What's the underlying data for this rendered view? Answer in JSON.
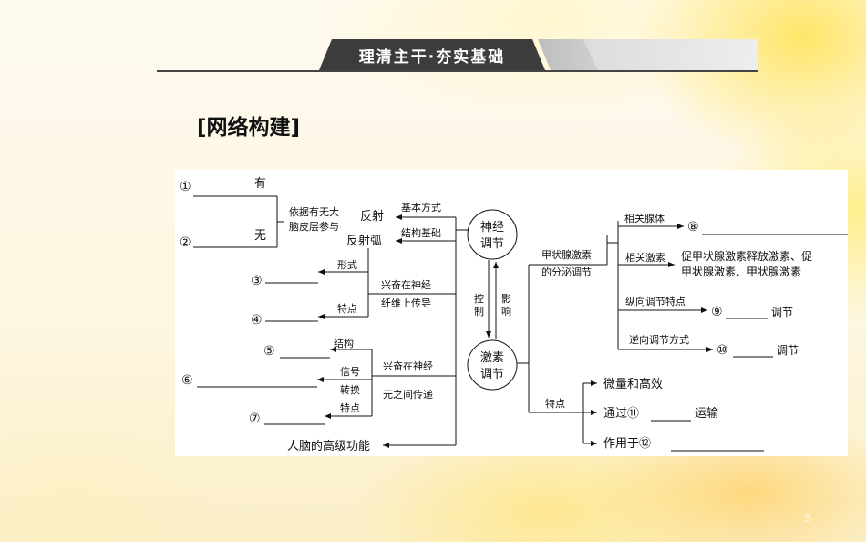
{
  "header": {
    "banner_text": "理清主干·夯实基础"
  },
  "section_title": "[网络构建]",
  "page_number": "3",
  "diagram": {
    "left": {
      "n1": "①",
      "n2": "②",
      "you": "有",
      "wu": "无",
      "basis_line1": "依据有无大",
      "basis_line2": "脑皮层参与",
      "reflex": "反射",
      "reflex_arc": "反射弧",
      "basic_way": "基本方式",
      "struct_basis": "结构基础",
      "n3": "③",
      "n4": "④",
      "form": "形式",
      "feature": "特点",
      "exc_nerve_1": "兴奋在神经",
      "exc_nerve_2": "纤维上传导",
      "n5": "⑤",
      "n6": "⑥",
      "n7": "⑦",
      "structure": "结构",
      "signal": "信号",
      "convert": "转换",
      "feature2": "特点",
      "exc_between_1": "兴奋在神经",
      "exc_between_2": "元之间传递",
      "brain": "人脑的高级功能"
    },
    "nodes": {
      "neural_1": "神经",
      "neural_2": "调节",
      "hormone_1": "激素",
      "hormone_2": "调节"
    },
    "middle": {
      "control_1": "控",
      "control_2": "制",
      "influence_1": "影",
      "influence_2": "响"
    },
    "right": {
      "thyroid_1": "甲状腺激素",
      "thyroid_2": "的分泌调节",
      "related_gland": "相关腺体",
      "n8": "⑧",
      "related_hormone": "相关激素",
      "hormones_line1": "促甲状腺激素释放激素、促",
      "hormones_line2": "甲状腺激素、甲状腺激素",
      "vertical": "纵向调节特点",
      "n9": "⑨",
      "tiao1": "调节",
      "reverse": "逆向调节方式",
      "n10": "⑩",
      "tiao2": "调节",
      "feature": "特点",
      "micro": "微量和高效",
      "via": "通过⑪",
      "transport": "运输",
      "acts": "作用于⑫"
    }
  }
}
